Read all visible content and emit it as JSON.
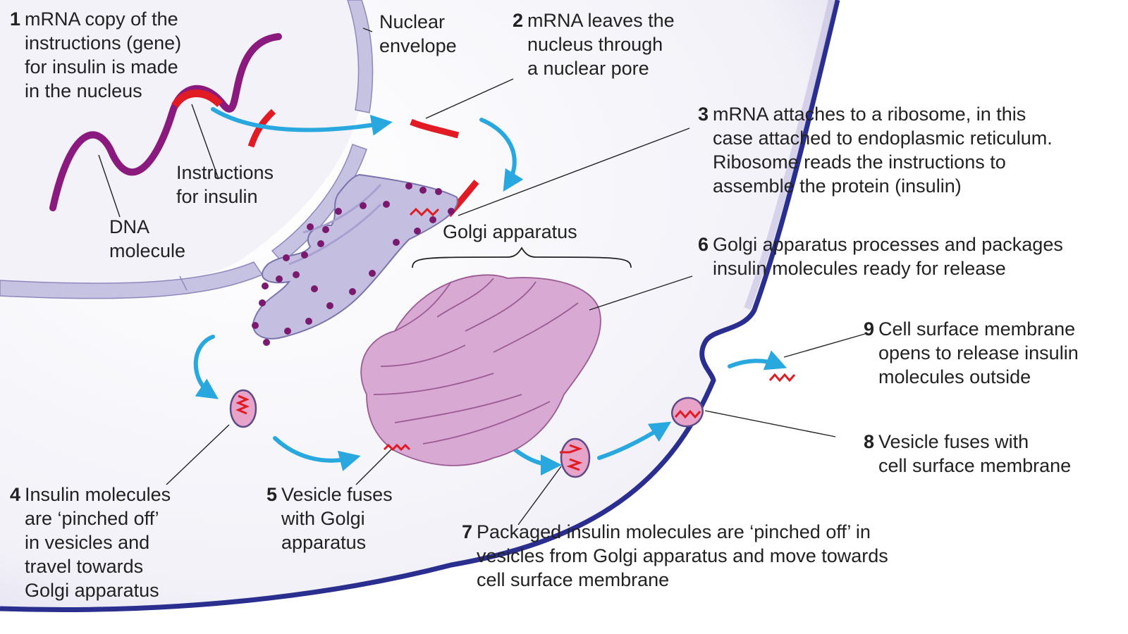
{
  "colors": {
    "cell_membrane": "#2a2f8f",
    "cytoplasm": "#e9e7f5",
    "nucleus_fill": "#efeef8",
    "nuclear_envelope": "#c6c2e2",
    "dna": "#8b1a7e",
    "mrna": "#e01b24",
    "arrow": "#29a8df",
    "er_fill": "#c4bfe0",
    "ribosome": "#7a1a6e",
    "golgi": "#d8a9d3",
    "vesicle": "#e8a4c8",
    "text": "#222222"
  },
  "labels": {
    "nuclear_envelope": [
      "Nuclear",
      "envelope"
    ],
    "instructions_for_insulin": [
      "Instructions",
      "for insulin"
    ],
    "dna_molecule": [
      "DNA",
      "molecule"
    ],
    "golgi_apparatus": "Golgi apparatus"
  },
  "steps": [
    {
      "number": "1",
      "lines": [
        "mRNA copy of the",
        "instructions (gene)",
        "for insulin is made",
        "in the nucleus"
      ]
    },
    {
      "number": "2",
      "lines": [
        "mRNA leaves the",
        "nucleus through",
        "a nuclear pore"
      ]
    },
    {
      "number": "3",
      "lines": [
        "mRNA attaches to a ribosome, in this",
        "case attached to endoplasmic reticulum.",
        "Ribosome reads the instructions to",
        "assemble the protein (insulin)"
      ]
    },
    {
      "number": "4",
      "lines": [
        "Insulin molecules",
        "are ‘pinched off’",
        "in vesicles and",
        "travel towards",
        "Golgi apparatus"
      ]
    },
    {
      "number": "5",
      "lines": [
        "Vesicle fuses",
        "with Golgi",
        "apparatus"
      ]
    },
    {
      "number": "6",
      "lines": [
        "Golgi apparatus processes and packages",
        "insulin molecules ready for release"
      ]
    },
    {
      "number": "7",
      "lines": [
        "Packaged insulin molecules are ‘pinched off’ in",
        "vesicles from Golgi apparatus and move towards",
        "cell surface membrane"
      ]
    },
    {
      "number": "8",
      "lines": [
        "Vesicle fuses with",
        "cell surface membrane"
      ]
    },
    {
      "number": "9",
      "lines": [
        "Cell surface membrane",
        "opens to release insulin",
        "molecules outside"
      ]
    }
  ]
}
